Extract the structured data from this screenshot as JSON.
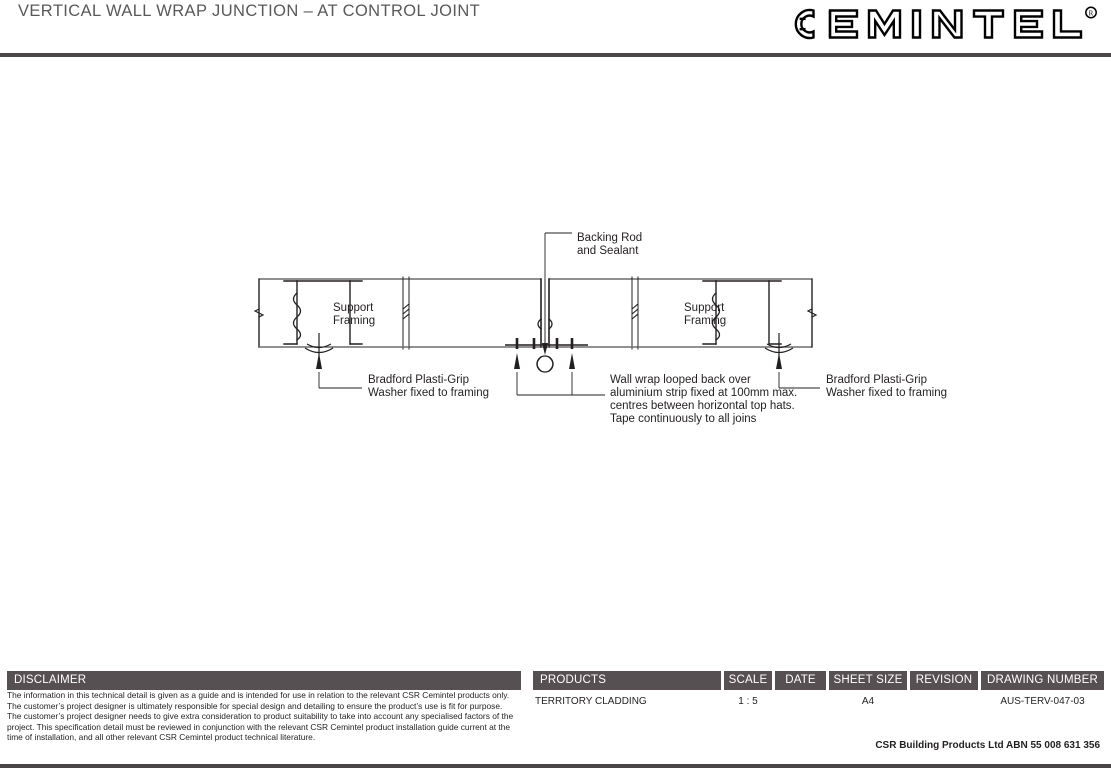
{
  "header": {
    "title": "VERTICAL WALL WRAP JUNCTION – AT CONTROL JOINT",
    "logo_text": "CEMINTEL",
    "logo_registered": "®",
    "rule_color": "#4a4547",
    "title_color": "#58595b"
  },
  "drawing": {
    "labels": {
      "backing_rod": "Backing Rod\nand Sealant",
      "backing_rod_line1": "Backing Rod",
      "backing_rod_line2": "and Sealant",
      "support_framing_left_line1": "Support",
      "support_framing_left_line2": "Framing",
      "support_framing_right_line1": "Support",
      "support_framing_right_line2": "Framing",
      "washer_left_line1": "Bradford Plasti-Grip",
      "washer_left_line2": "Washer fixed to framing",
      "washer_right_line1": "Bradford Plasti-Grip",
      "washer_right_line2": "Washer fixed to framing",
      "wall_wrap_line1": "Wall wrap looped back over",
      "wall_wrap_line2": "aluminium strip fixed at 100mm max.",
      "wall_wrap_line3": "centres between horizontal top hats.",
      "wall_wrap_line4": "Tape continuously to all joins"
    },
    "line_color": "#231f20",
    "wrap_line_color": "#6d6e71"
  },
  "footer": {
    "headers": {
      "disclaimer": "DISCLAIMER",
      "products": "PRODUCTS",
      "scale": "SCALE",
      "date": "DATE",
      "sheet_size": "SHEET SIZE",
      "revision": "REVISION",
      "drawing_number": "DRAWING NUMBER"
    },
    "disclaimer_text": "The information in this technical detail is given as a guide and is intended for use in relation to the relevant CSR Cemintel products only. The customer’s project designer is ultimately responsible for special design and detailing to ensure the product’s use is fit for purpose. The customer’s project designer needs to give extra consideration to product suitability to take into account any specialised factors of the project. This specification detail must be reviewed in conjunction with the relevant CSR Cemintel product installation guide current at the time of installation, and all other relevant CSR Cemintel product technical literature.",
    "values": {
      "products": "TERRITORY CLADDING",
      "scale": "1 : 5",
      "date": "",
      "sheet_size": "A4",
      "revision": "",
      "drawing_number": "AUS-TERV-047-03"
    },
    "company": "CSR Building Products Ltd ABN  55 008 631 356",
    "header_bg": "#575052",
    "rule_color": "#4a4547"
  }
}
